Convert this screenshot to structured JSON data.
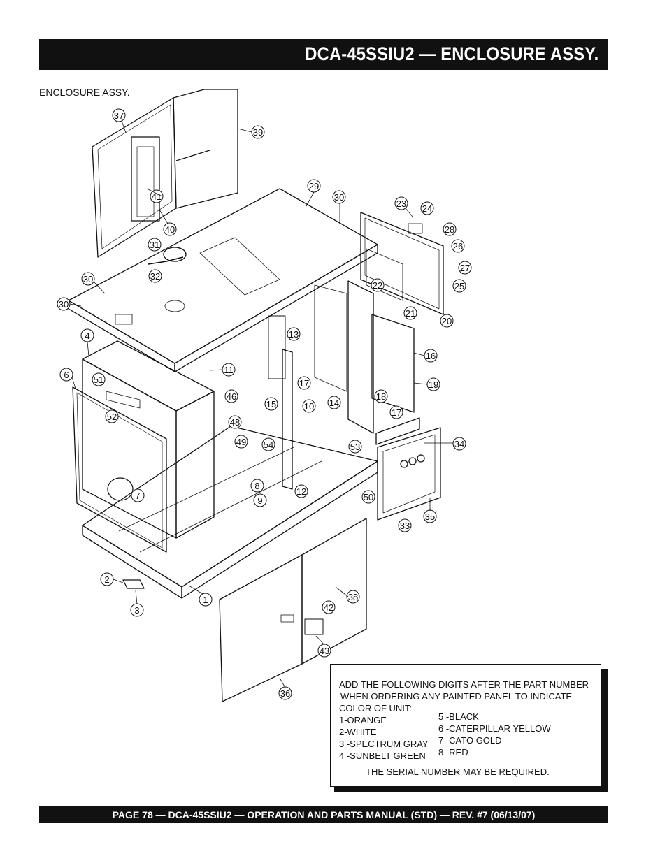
{
  "header": {
    "title": "DCA-45SSIU2 — ENCLOSURE ASSY."
  },
  "section_label": "ENCLOSURE ASSY.",
  "callouts": {
    "c37": "37",
    "c39": "39",
    "c41": "41",
    "c40": "40",
    "c29": "29",
    "c30a": "30",
    "c23": "23",
    "c24": "24",
    "c28": "28",
    "c26": "26",
    "c27": "27",
    "c25": "25",
    "c31": "31",
    "c32": "32",
    "c30b": "30",
    "c30c": "30",
    "c22": "22",
    "c21": "21",
    "c20": "20",
    "c4": "4",
    "c13": "13",
    "c16": "16",
    "c6": "6",
    "c11": "11",
    "c51": "51",
    "c17a": "17",
    "c19": "19",
    "c46": "46",
    "c18": "18",
    "c52": "52",
    "c15": "15",
    "c10": "10",
    "c14": "14",
    "c17b": "17",
    "c48": "48",
    "c49": "49",
    "c54": "54",
    "c53": "53",
    "c34": "34",
    "c8": "8",
    "c7": "7",
    "c12": "12",
    "c9": "9",
    "c50": "50",
    "c33": "33",
    "c35": "35",
    "c2": "2",
    "c1": "1",
    "c38": "38",
    "c3": "3",
    "c42": "42",
    "c43": "43",
    "c36": "36"
  },
  "note": {
    "line1": "ADD THE FOLLOWING DIGITS AFTER THE PART NUMBER",
    "line2": "WHEN ORDERING ANY PAINTED PANEL TO INDICATE",
    "line3": "COLOR OF UNIT:",
    "colors_left": [
      "1-ORANGE",
      "2-WHITE",
      "3 -SPECTRUM GRAY",
      "4 -SUNBELT GREEN"
    ],
    "colors_right": [
      "5 -BLACK",
      "6 -CATERPILLAR YELLOW",
      "7 -CATO GOLD",
      "8 -RED"
    ],
    "serial": "THE SERIAL NUMBER MAY BE REQUIRED."
  },
  "footer": {
    "text": "PAGE 78 — DCA-45SSIU2 —  OPERATION AND PARTS  MANUAL  (STD) — REV. #7  (06/13/07)"
  }
}
